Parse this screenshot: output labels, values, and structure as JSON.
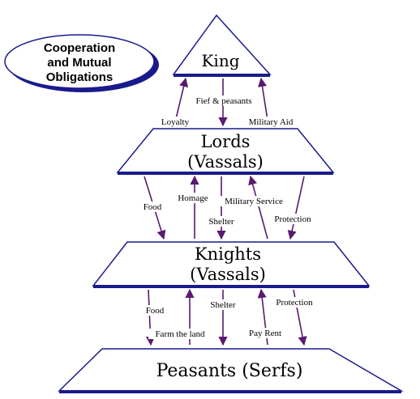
{
  "badge": {
    "lines": [
      "Cooperation",
      "and Mutual",
      "Obligations"
    ]
  },
  "tiers": {
    "king": {
      "label": "King"
    },
    "lords": {
      "line1": "Lords",
      "line2": "(Vassals)"
    },
    "knights": {
      "line1": "Knights",
      "line2": "(Vassals)"
    },
    "peasants": {
      "label": "Peasants (Serfs)"
    }
  },
  "arrows": {
    "loyalty": "Loyalty",
    "fief_peasants": "Fief & peasants",
    "military_aid": "Military Aid",
    "food_lords": "Food",
    "homage": "Homage",
    "shelter_lords": "Shelter",
    "military_service": "Military Service",
    "protection_lords": "Protection",
    "food_knights": "Food",
    "farm_the_land": "Farm the land",
    "shelter_knights": "Shelter",
    "pay_rent": "Pay Rent",
    "protection_knights": "Protection"
  },
  "colors": {
    "arrow": "#5a1a6e",
    "shape_fill": "#ffffff",
    "shape_stroke": "#1a1a8c",
    "shape_shadow": "#1a1a8c"
  }
}
